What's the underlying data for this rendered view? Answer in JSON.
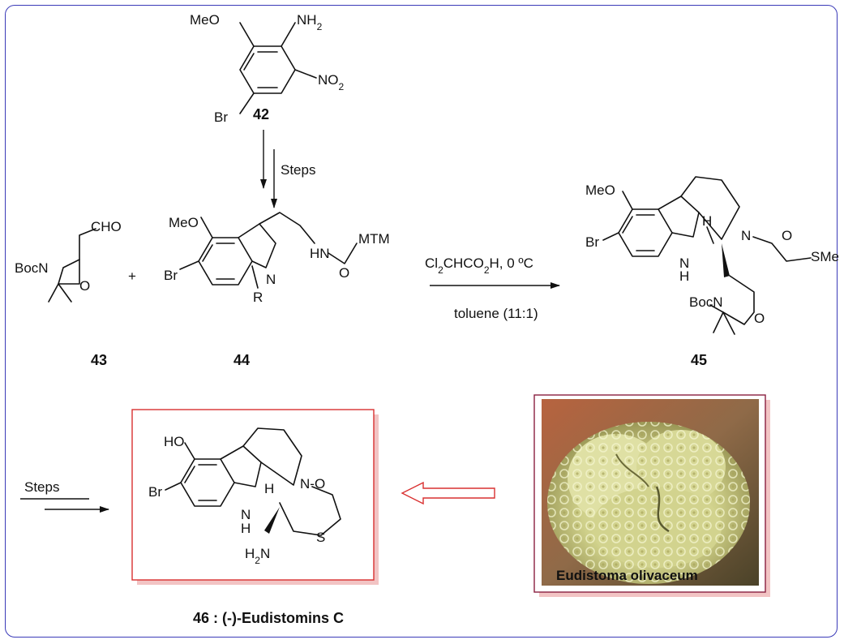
{
  "compounds": {
    "c42": "42",
    "c43": "43",
    "c44": "44",
    "c45": "45",
    "c46": "46 : (-)-Eudistomins C"
  },
  "conditions": {
    "steps_1": "Steps",
    "reagent": "Cl2CHCO2H, 0 oC",
    "solvent": "toluene (11:1)",
    "steps_2": "Steps",
    "plus": "+"
  },
  "labels": {
    "meo": "MeO",
    "br": "Br",
    "nh2": "NH2",
    "no2": "NO2",
    "cho": "CHO",
    "bocn": "BocN",
    "o": "O",
    "n": "N",
    "r": "R",
    "hn": "HN",
    "mtm": "MTM",
    "h": "H",
    "sme": "SMe",
    "ho": "HO",
    "h2n": "H2N",
    "s": "S"
  },
  "photo": {
    "caption": "Eudistoma olivaceum"
  },
  "colors": {
    "frame": "#3a3ab8",
    "highlight_box": "#d93030",
    "retro_arrow": "#d93030",
    "photo_border": "#8a2040",
    "box_shadow": "#f2c4c4"
  }
}
